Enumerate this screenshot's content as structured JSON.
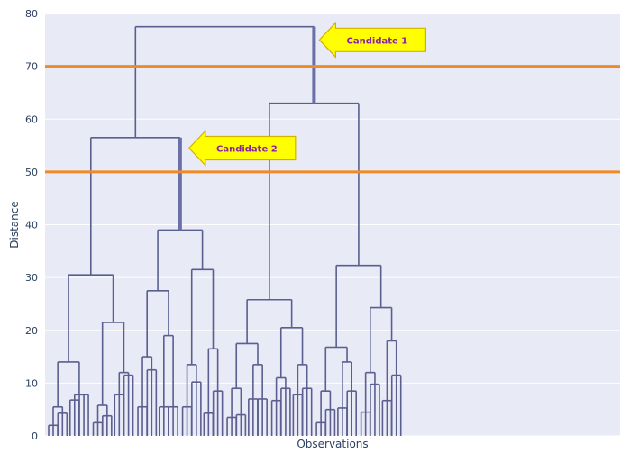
{
  "chart_data": {
    "type": "dendrogram",
    "title": "",
    "xlabel": "Observations",
    "ylabel": "Distance",
    "ylim": [
      0,
      80
    ],
    "y_ticks": [
      0,
      10,
      20,
      30,
      40,
      50,
      60,
      70,
      80
    ],
    "grid": true,
    "leaf_count": 32,
    "merges": [
      {
        "left": 0,
        "right": 1,
        "height": 5.5
      },
      {
        "left": 2,
        "right": 3,
        "height": 12
      },
      {
        "left": 4,
        "right": 5,
        "height": 14
      },
      {
        "left": 6,
        "right": 7,
        "height": 5.8
      },
      {
        "left": 8,
        "right": 9,
        "height": 12
      },
      {
        "left": 10,
        "right": 11,
        "height": 21.5
      },
      {
        "left": 12,
        "right": 13,
        "height": 30.5
      },
      {
        "left": 14,
        "right": 15,
        "height": 15
      },
      {
        "left": 16,
        "right": 17,
        "height": 27.5
      },
      {
        "left": 18,
        "right": 19,
        "height": 13.5
      },
      {
        "left": 20,
        "right": 21,
        "height": 31.5
      },
      {
        "left": 22,
        "right": 23,
        "height": 39
      },
      {
        "left": 24,
        "right": 25,
        "height": 56.5
      },
      {
        "left": 26,
        "right": 27,
        "height": 9
      },
      {
        "left": 28,
        "right": 29,
        "height": 17.5
      },
      {
        "left": 30,
        "right": 31,
        "height": 11
      },
      {
        "left": 32,
        "right": 33,
        "height": 13.5
      },
      {
        "left": 34,
        "right": 35,
        "height": 20.5
      },
      {
        "left": 36,
        "right": 37,
        "height": 25.8
      },
      {
        "left": 38,
        "right": 39,
        "height": 8.5
      },
      {
        "left": 40,
        "right": 41,
        "height": 14
      },
      {
        "left": 42,
        "right": 43,
        "height": 16.8
      },
      {
        "left": 44,
        "right": 45,
        "height": 12
      },
      {
        "left": 46,
        "right": 47,
        "height": 18
      },
      {
        "left": 48,
        "right": 49,
        "height": 24.3
      },
      {
        "left": 50,
        "right": 51,
        "height": 32.3
      },
      {
        "left": 52,
        "right": 53,
        "height": 63
      },
      {
        "left": 54,
        "right": 55,
        "height": 77.5
      }
    ],
    "leaf_clusters": [
      {
        "heights": [
          2,
          4.3
        ],
        "join": 5.5
      },
      {
        "heights": [
          6.8,
          7.8
        ],
        "join": 12
      },
      {
        "heights": [
          2.5,
          3.8
        ],
        "join": 5.8
      },
      {
        "heights": [
          7.8,
          11.5
        ],
        "join": 12
      },
      {
        "heights": [
          5.5,
          12.5
        ],
        "join": 15
      },
      {
        "heights": [
          5.5,
          5.5,
          19
        ],
        "join": 19
      },
      {
        "heights": [
          5.5,
          10.2
        ],
        "join": 13.5
      },
      {
        "heights": [
          4.3,
          16.5,
          8.5
        ],
        "join": 16.5
      },
      {
        "heights": [
          3.5,
          4
        ],
        "join": 9
      },
      {
        "heights": [
          7,
          7
        ],
        "join": 13.5
      },
      {
        "heights": [
          6.7,
          9
        ],
        "join": 11
      },
      {
        "heights": [
          7.8,
          9
        ],
        "join": 13.5
      },
      {
        "heights": [
          2.5,
          5,
          8.5
        ],
        "join": 8.5
      },
      {
        "heights": [
          5.3,
          8.5
        ],
        "join": 14
      },
      {
        "heights": [
          4.5,
          9.8
        ],
        "join": 12
      },
      {
        "heights": [
          6.7,
          11.5
        ],
        "join": 18
      }
    ],
    "threshold_lines": [
      {
        "value": 70,
        "color": "#f08a24"
      },
      {
        "value": 50,
        "color": "#f08a24"
      }
    ],
    "highlight_segments": [
      {
        "from": 63,
        "to": 77.5,
        "label": "Candidate 1"
      },
      {
        "from": 39,
        "to": 56.5,
        "label": "Candidate 2"
      }
    ],
    "colors": {
      "plot_bg": "#e8eaf6",
      "grid": "#ffffff",
      "branch": "#636efa",
      "branch_dark": "#5a5f8f",
      "highlight": "#6a6fa8",
      "callout_fill": "#ffff00",
      "callout_stroke": "#d4b000",
      "callout_text": "#8b1fa8"
    }
  }
}
